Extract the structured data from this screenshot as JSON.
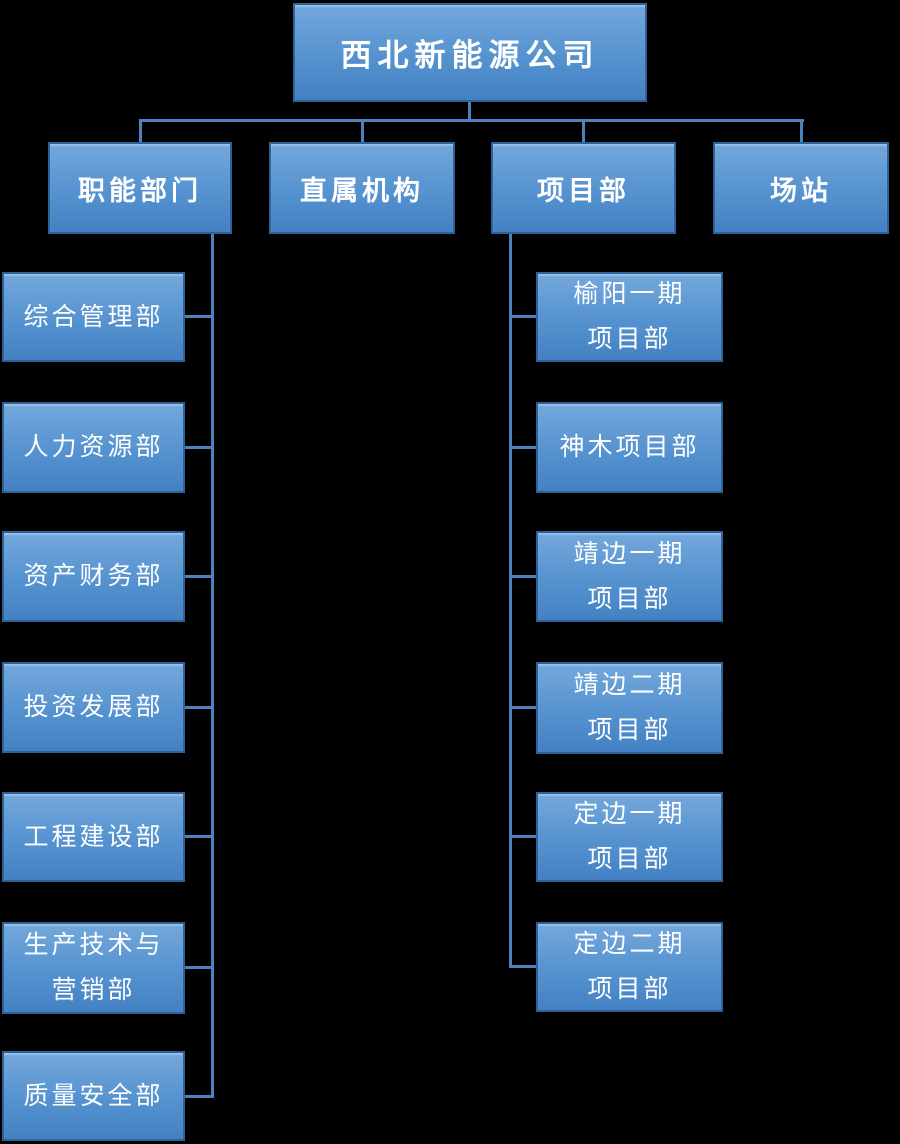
{
  "colors": {
    "background": "#000000",
    "node_fill_top": "#74A8DC",
    "node_fill_bottom": "#4381C4",
    "node_border": "#2E6195",
    "connector": "#4E81BD",
    "text": "#FFFFFF"
  },
  "org": {
    "root": {
      "label": "西北新能源公司"
    },
    "branches": [
      {
        "label": "职能部门",
        "children": [
          "综合管理部",
          "人力资源部",
          "资产财务部",
          "投资发展部",
          "工程建设部",
          "生产技术与\n营销部",
          "质量安全部"
        ]
      },
      {
        "label": "直属机构",
        "children": []
      },
      {
        "label": "项目部",
        "children": [
          "榆阳一期\n项目部",
          "神木项目部",
          "靖边一期\n项目部",
          "靖边二期\n项目部",
          "定边一期\n项目部",
          "定边二期\n项目部"
        ]
      },
      {
        "label": "场站",
        "children": []
      }
    ]
  }
}
